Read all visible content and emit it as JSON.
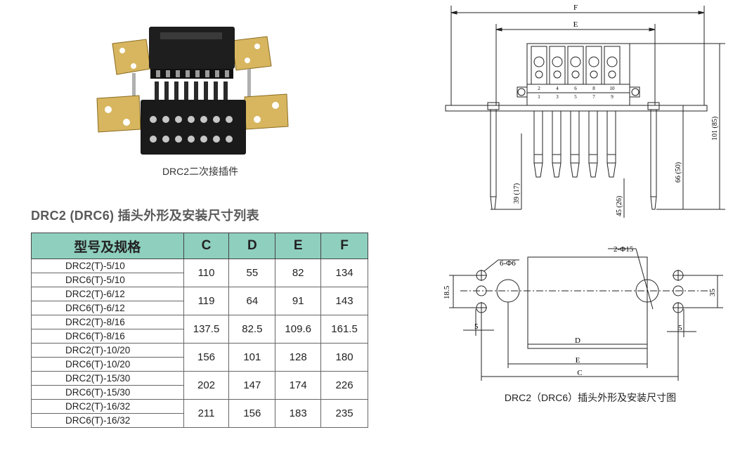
{
  "photo": {
    "caption": "DRC2二次接插件"
  },
  "section_title": "DRC2 (DRC6) 插头外形及安装尺寸列表",
  "table": {
    "headers": [
      "型号及规格",
      "C",
      "D",
      "E",
      "F"
    ],
    "rows": [
      {
        "models": [
          "DRC2(T)-5/10",
          "DRC6(T)-5/10"
        ],
        "C": "110",
        "D": "55",
        "E": "82",
        "F": "134"
      },
      {
        "models": [
          "DRC2(T)-6/12",
          "DRC6(T)-6/12"
        ],
        "C": "119",
        "D": "64",
        "E": "91",
        "F": "143"
      },
      {
        "models": [
          "DRC2(T)-8/16",
          "DRC6(T)-8/16"
        ],
        "C": "137.5",
        "D": "82.5",
        "E": "109.6",
        "F": "161.5"
      },
      {
        "models": [
          "DRC2(T)-10/20",
          "DRC6(T)-10/20"
        ],
        "C": "156",
        "D": "101",
        "E": "128",
        "F": "180"
      },
      {
        "models": [
          "DRC2(T)-15/30",
          "DRC6(T)-15/30"
        ],
        "C": "202",
        "D": "147",
        "E": "174",
        "F": "226"
      },
      {
        "models": [
          "DRC2(T)-16/32",
          "DRC6(T)-16/32"
        ],
        "C": "211",
        "D": "156",
        "E": "183",
        "F": "235"
      }
    ]
  },
  "drawing_top": {
    "label_f": "F",
    "label_e": "E",
    "dim_101": "101 (85)",
    "dim_66": "66 (50)",
    "dim_39": "39 (17)",
    "dim_45": "45 (26)",
    "pin_numbers_top": [
      "2",
      "4",
      "6",
      "8",
      "10"
    ],
    "pin_numbers_bottom": [
      "1",
      "3",
      "5",
      "7",
      "9"
    ]
  },
  "drawing_bottom": {
    "label_6phi6": "6-Φ6",
    "label_2phi15": "2-Φ15",
    "dim_18_5": "18.5",
    "dim_35": "35",
    "dim_5_left": "5",
    "dim_5_right": "5",
    "label_d": "D",
    "label_e": "E",
    "label_c": "C"
  },
  "drawing_caption": "DRC2（DRC6）插头外形及安装尺寸图"
}
